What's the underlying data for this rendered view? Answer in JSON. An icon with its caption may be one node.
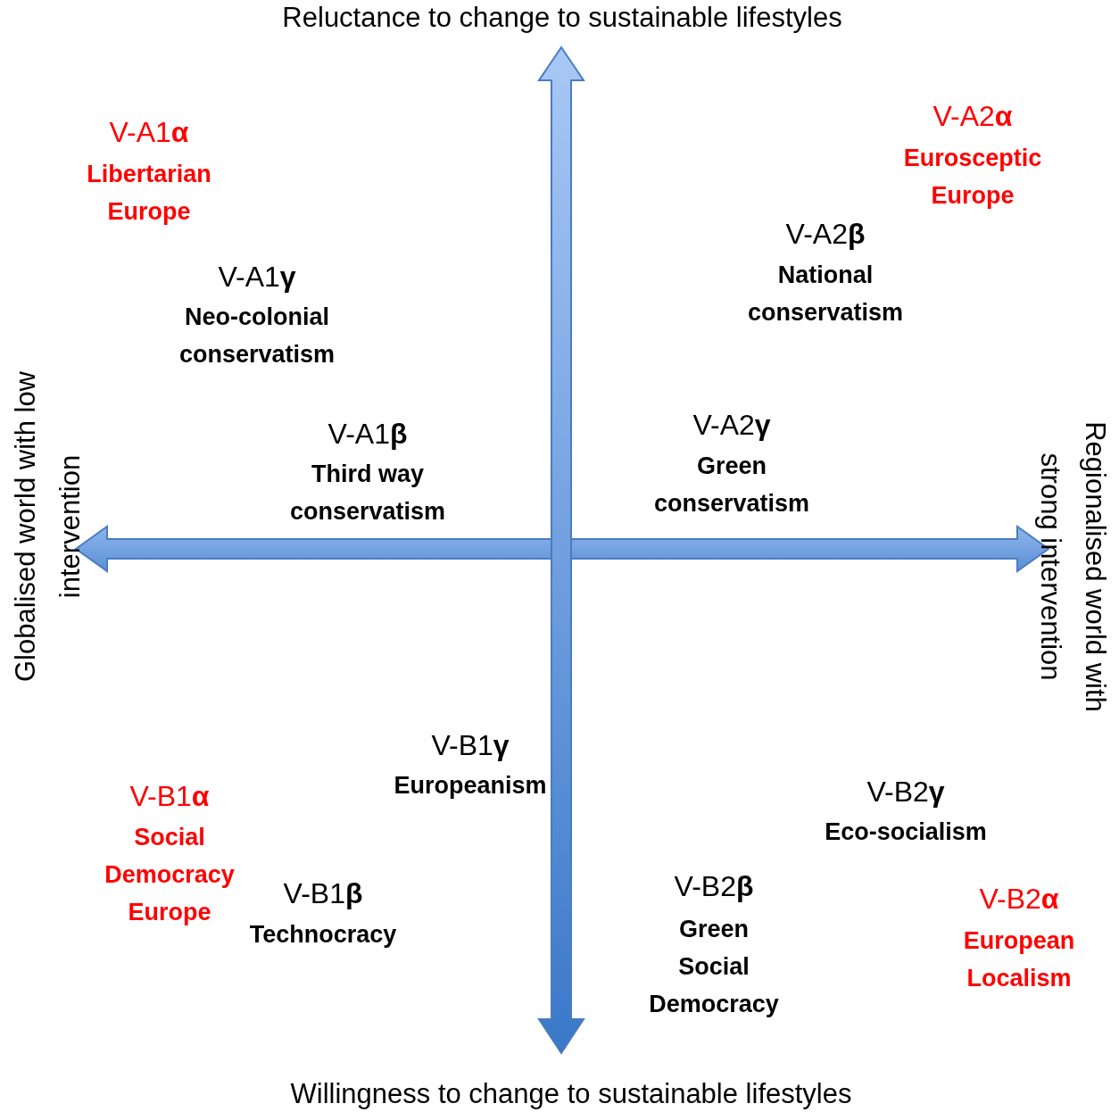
{
  "diagram": {
    "labels": [
      "Reluctance to change to sustainable lifestyles",
      "V-A1**α**",
      "Libertarian Europe",
      "V-A2**α**",
      "Eurosceptic Europe",
      "V-A2**β**",
      "National conservatism",
      "V-A1**γ**",
      "Neo-colonial conservatism",
      "V-A1**β**",
      "Third way conservatism",
      "V-A2**γ**",
      "Green conservatism",
      "Globalised world with low intervention",
      "Regionalised world with strong intervention",
      "V-B1**γ**",
      "Europeanism",
      "V-B2**γ**",
      "Eco-socialism",
      "V-B1**α**",
      "Social Democracy Europe",
      "V-B1**β**",
      "Technocracy",
      "V-B2**β**",
      "Green Social Democracy",
      "V-B2**α**",
      "European Localism",
      "Willingness to change to sustainable lifestyles"
    ]
  }
}
